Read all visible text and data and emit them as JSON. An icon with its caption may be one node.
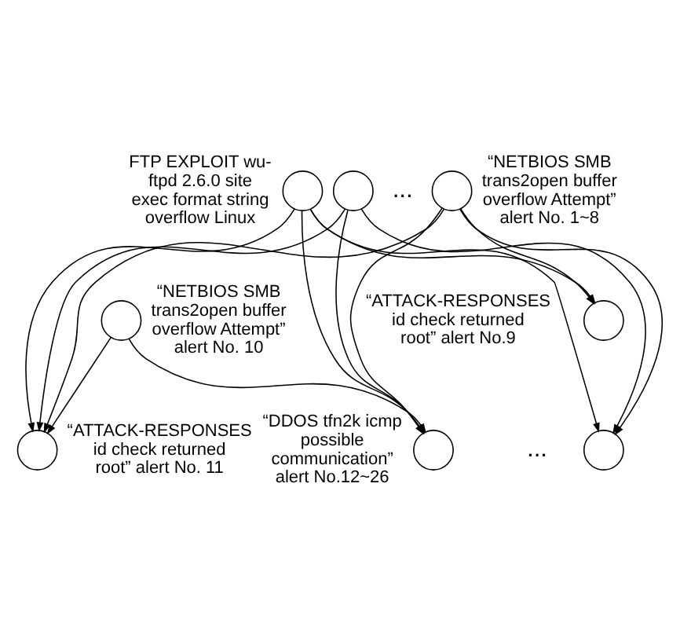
{
  "diagram": {
    "nodes": [
      {
        "text": [],
        "shape": "circle",
        "beside": [
          "FTP EXPLOIT wu-ftpd 2.6.0 site exec format string overflow Linux"
        ]
      },
      {
        "text": [],
        "shape": "circle"
      },
      {
        "text": [],
        "shape": "circle",
        "beside": [
          "“NETBIOS SMB trans2open buffer overflow Attempt” alert No. 1~8"
        ]
      },
      {
        "text": [],
        "shape": "circle",
        "beside": [
          "“NETBIOS SMB trans2open buffer overflow Attempt” alert No. 10"
        ]
      },
      {
        "text": [],
        "shape": "circle",
        "beside": [
          "“ATTACK-RESPONSES id check returned root” alert No.9"
        ]
      },
      {
        "text": [],
        "shape": "circle",
        "beside": [
          "“ATTACK-RESPONSES id check returned root” alert No. 11"
        ]
      },
      {
        "text": [],
        "shape": "circle",
        "beside": [
          "“DDOS tfn2k icmp possible communication” alert No.12~26"
        ]
      },
      {
        "text": [],
        "shape": "circle"
      }
    ],
    "edges": [
      {
        "from": 0,
        "to": 4,
        "arrow": "to"
      },
      {
        "from": 0,
        "to": 6,
        "arrow": "to"
      },
      {
        "from": 0,
        "to": 7,
        "arrow": "to"
      },
      {
        "from": 0,
        "to": 5,
        "arrow": "to"
      },
      {
        "from": 1,
        "to": 6,
        "arrow": "to"
      },
      {
        "from": 1,
        "to": 7,
        "arrow": "to"
      },
      {
        "from": 1,
        "to": 5,
        "arrow": "to"
      },
      {
        "from": 2,
        "to": 4,
        "arrow": "to"
      },
      {
        "from": 2,
        "to": 6,
        "arrow": "to"
      },
      {
        "from": 2,
        "to": 7,
        "arrow": "to"
      },
      {
        "from": 2,
        "to": 5,
        "arrow": "to"
      },
      {
        "from": 3,
        "to": 6,
        "arrow": "to"
      },
      {
        "from": 3,
        "to": 5,
        "arrow": "to"
      }
    ],
    "labels": [
      "...",
      "..."
    ]
  }
}
